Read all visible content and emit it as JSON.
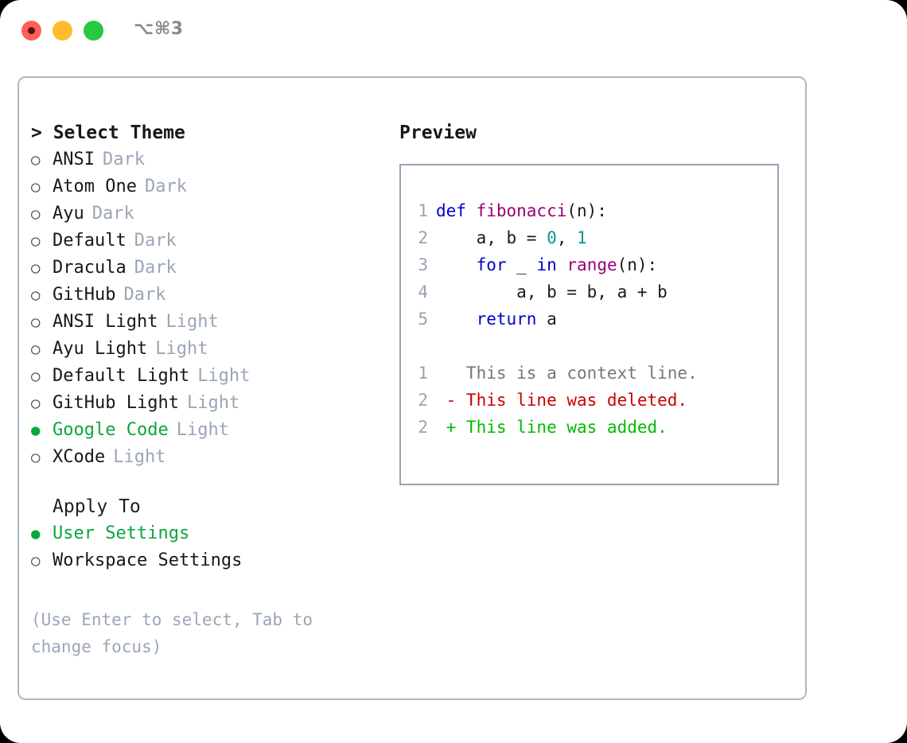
{
  "window": {
    "shortcut": "⌥⌘3",
    "traffic_lights": [
      {
        "name": "close",
        "color": "#ff5f57"
      },
      {
        "name": "minimize",
        "color": "#febc2e"
      },
      {
        "name": "maximize",
        "color": "#28c840"
      }
    ]
  },
  "theme_section": {
    "heading": "> Select Theme",
    "bullet_unselected": "○",
    "bullet_selected": "●",
    "items": [
      {
        "label": "ANSI",
        "suffix": "Dark",
        "selected": false
      },
      {
        "label": "Atom One",
        "suffix": "Dark",
        "selected": false
      },
      {
        "label": "Ayu",
        "suffix": "Dark",
        "selected": false
      },
      {
        "label": "Default",
        "suffix": "Dark",
        "selected": false
      },
      {
        "label": "Dracula",
        "suffix": "Dark",
        "selected": false
      },
      {
        "label": "GitHub",
        "suffix": "Dark",
        "selected": false
      },
      {
        "label": "ANSI Light",
        "suffix": "Light",
        "selected": false
      },
      {
        "label": "Ayu Light",
        "suffix": "Light",
        "selected": false
      },
      {
        "label": "Default Light",
        "suffix": "Light",
        "selected": false
      },
      {
        "label": "GitHub Light",
        "suffix": "Light",
        "selected": false
      },
      {
        "label": "Google Code",
        "suffix": "Light",
        "selected": true
      },
      {
        "label": "XCode",
        "suffix": "Light",
        "selected": false
      }
    ]
  },
  "apply_section": {
    "heading": "Apply To",
    "items": [
      {
        "label": "User Settings",
        "selected": true
      },
      {
        "label": "Workspace Settings",
        "selected": false
      }
    ]
  },
  "hint": "(Use Enter to select, Tab to change focus)",
  "preview": {
    "heading": "Preview",
    "code_lines": [
      {
        "no": "1",
        "tokens": [
          {
            "t": "def ",
            "c": "kw"
          },
          {
            "t": "fibonacci",
            "c": "fn"
          },
          {
            "t": "(n):",
            "c": "plain"
          }
        ]
      },
      {
        "no": "2",
        "tokens": [
          {
            "t": "    a, b = ",
            "c": "plain"
          },
          {
            "t": "0",
            "c": "num"
          },
          {
            "t": ", ",
            "c": "plain"
          },
          {
            "t": "1",
            "c": "num"
          }
        ]
      },
      {
        "no": "3",
        "tokens": [
          {
            "t": "    ",
            "c": "plain"
          },
          {
            "t": "for",
            "c": "kw"
          },
          {
            "t": " _ ",
            "c": "plain"
          },
          {
            "t": "in",
            "c": "kw"
          },
          {
            "t": " ",
            "c": "plain"
          },
          {
            "t": "range",
            "c": "fn"
          },
          {
            "t": "(n):",
            "c": "plain"
          }
        ]
      },
      {
        "no": "4",
        "tokens": [
          {
            "t": "        a, b = b, a + b",
            "c": "plain"
          }
        ]
      },
      {
        "no": "5",
        "tokens": [
          {
            "t": "    ",
            "c": "plain"
          },
          {
            "t": "return",
            "c": "kw"
          },
          {
            "t": " a",
            "c": "plain"
          }
        ]
      }
    ],
    "diff_lines": [
      {
        "no": "1",
        "tokens": [
          {
            "t": "   This is a context line.",
            "c": "ctx"
          }
        ]
      },
      {
        "no": "2",
        "tokens": [
          {
            "t": " - This line was deleted.",
            "c": "del"
          }
        ]
      },
      {
        "no": "2",
        "tokens": [
          {
            "t": " + This line was added.",
            "c": "add"
          }
        ]
      }
    ]
  },
  "colors": {
    "accent_green": "#0aa63d",
    "muted": "#9aa6b6",
    "border": "#aeb8c4",
    "preview_border": "#97a3b2",
    "keyword": "#0000cc",
    "function": "#990073",
    "number": "#009999",
    "diff_context": "#777777",
    "diff_deleted": "#cc0000",
    "diff_added": "#00bb00"
  }
}
